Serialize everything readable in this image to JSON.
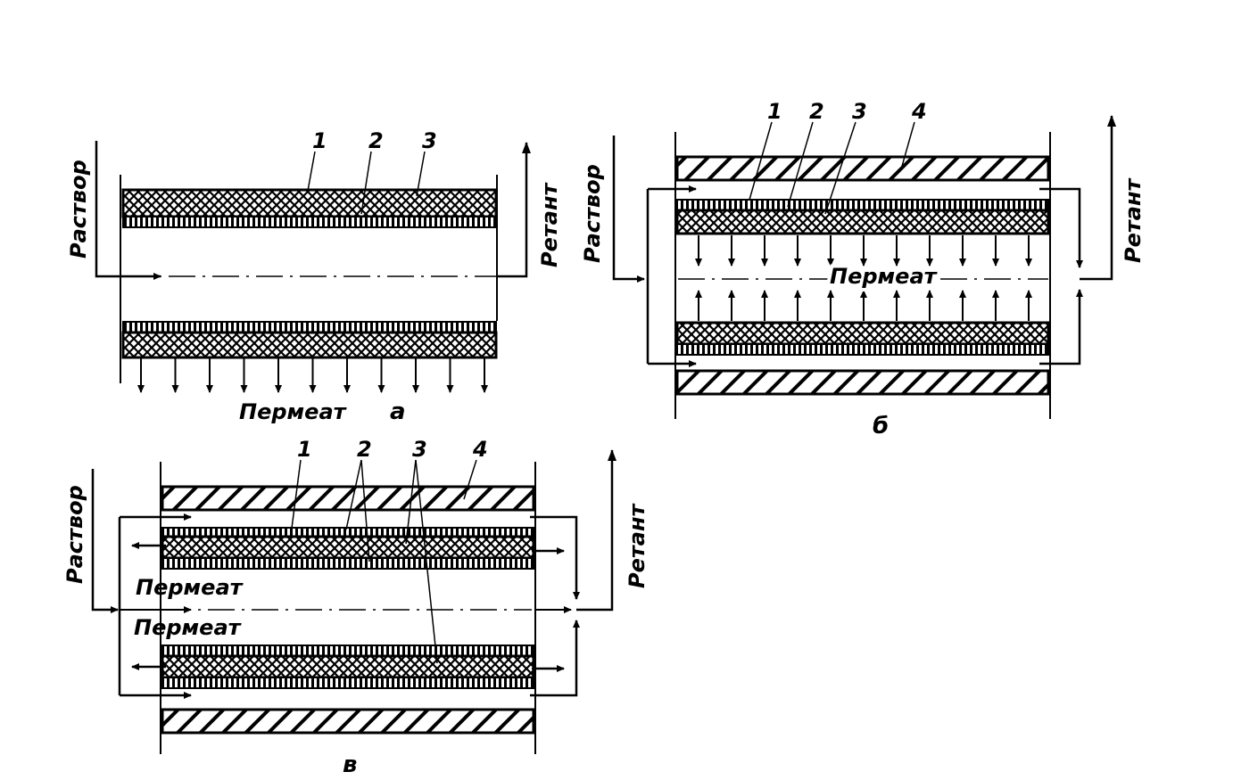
{
  "panels": {
    "a": {
      "caption": "а",
      "inlet": "Раствор",
      "outlet": "Ретант",
      "permeate": "Пермеат",
      "numbers": [
        "1",
        "2",
        "3"
      ]
    },
    "b": {
      "caption": "б",
      "inlet": "Раствор",
      "outlet": "Ретант",
      "permeate": "Пермеат",
      "numbers": [
        "1",
        "2",
        "3",
        "4"
      ]
    },
    "v": {
      "caption": "в",
      "inlet": "Раствор",
      "outlet": "Ретант",
      "permeate_top": "Пермеат",
      "permeate_bottom": "Пермеат",
      "numbers": [
        "1",
        "2",
        "3",
        "4"
      ]
    }
  }
}
